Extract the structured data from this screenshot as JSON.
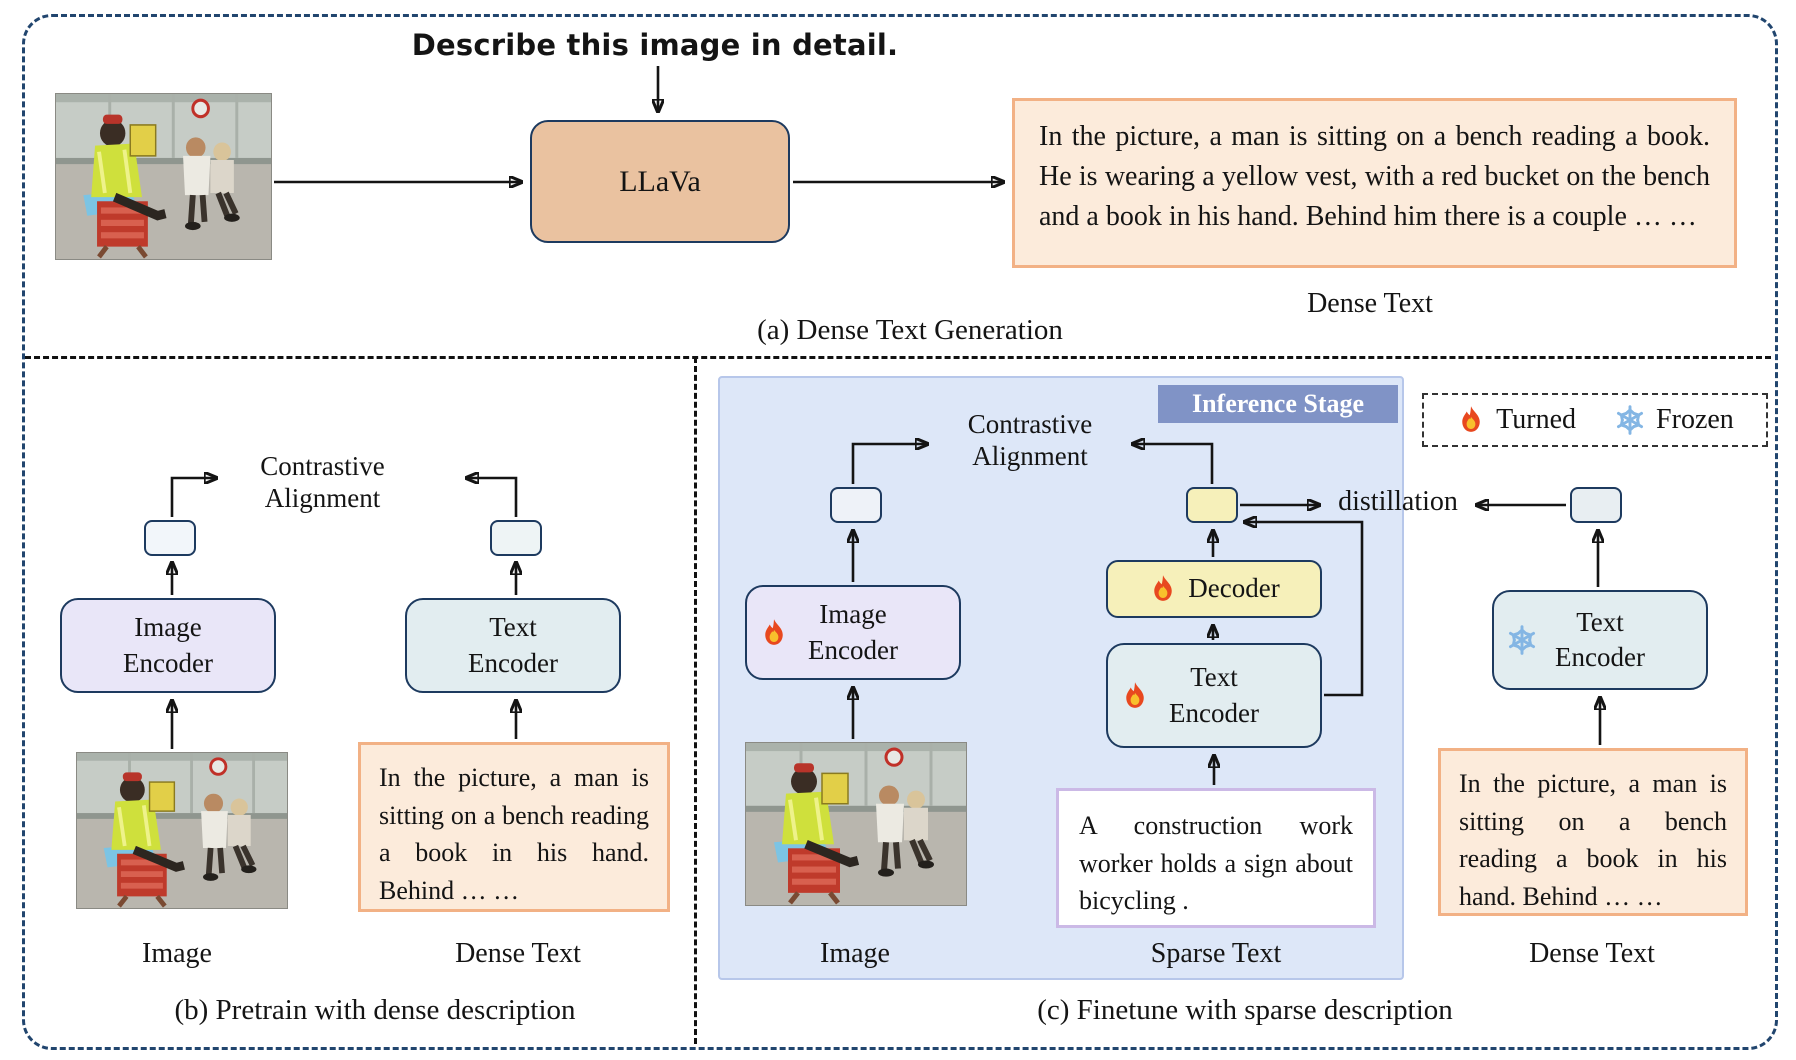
{
  "panel_a": {
    "prompt": "Describe this image in detail.",
    "model_label": "LLaVa",
    "dense_text": "In the picture, a man is sitting on a bench reading a book. He is wearing a yellow vest, with a red bucket on the bench and a book in his hand. Behind him there is a couple … …",
    "dense_text_label": "Dense Text",
    "caption": "(a) Dense Text Generation"
  },
  "panel_b": {
    "contrastive_label": "Contrastive\nAlignment",
    "image_encoder_label": "Image\nEncoder",
    "text_encoder_label": "Text\nEncoder",
    "dense_text": "In the picture, a man is sitting on a bench reading a book in his hand. Behind … …",
    "image_label": "Image",
    "dense_text_label": "Dense Text",
    "caption": "(b) Pretrain with dense description"
  },
  "panel_c": {
    "inference_stage_label": "Inference Stage",
    "legend": {
      "turned_label": "Turned",
      "frozen_label": "Frozen"
    },
    "contrastive_label": "Contrastive\nAlignment",
    "image_encoder_label": "Image\nEncoder",
    "decoder_label": "Decoder",
    "text_encoder_label": "Text\nEncoder",
    "frozen_text_encoder_label": "Text\nEncoder",
    "distillation_label": "distillation",
    "sparse_text": "A construction work worker holds a sign about bicycling .",
    "dense_text": "In the picture, a man is sitting on a bench reading a book in his hand. Behind … …",
    "image_label": "Image",
    "sparse_text_label": "Sparse Text",
    "dense_text_label": "Dense Text",
    "caption": "(c) Finetune with sparse description"
  },
  "colors": {
    "outer_border": "#21456e",
    "llava_bg": "#eac2a0",
    "dense_box_bg": "#fcebdb",
    "dense_box_border": "#f2b185",
    "image_encoder_bg": "#e9e6f8",
    "text_encoder_bg": "#e2edf0",
    "decoder_bg": "#f6f0ba",
    "inference_panel_bg": "#dde7f8",
    "inference_tag_bg": "#8093c6",
    "sparse_box_border": "#cbb9e6",
    "flame": "#e8481f",
    "snowflake": "#84b6e4"
  }
}
